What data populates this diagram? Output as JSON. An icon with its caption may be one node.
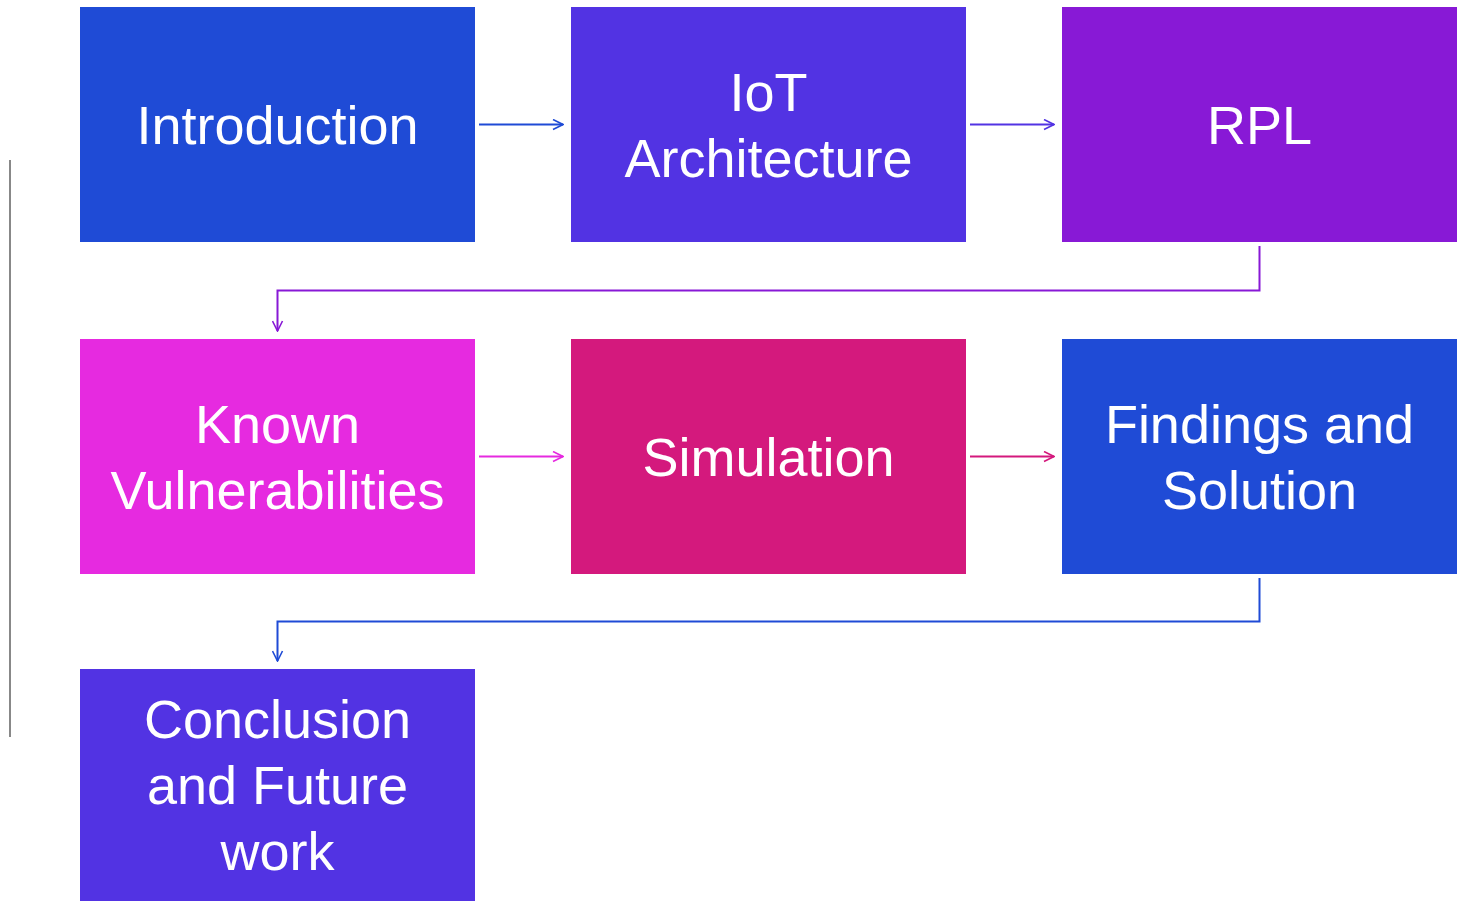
{
  "diagram": {
    "nodes": [
      {
        "text": [
          "Introduction"
        ]
      },
      {
        "text": [
          "IoT Architecture"
        ]
      },
      {
        "text": [
          "RPL"
        ]
      },
      {
        "text": [
          "Known Vulnerabilities"
        ]
      },
      {
        "text": [
          "Simulation"
        ]
      },
      {
        "text": [
          "Findings and Solution"
        ]
      },
      {
        "text": [
          "Conclusion and Future work"
        ]
      }
    ],
    "edges": [
      {
        "from": 0,
        "to": 1,
        "arrow": "to",
        "color": "#1f4bd6"
      },
      {
        "from": 1,
        "to": 2,
        "arrow": "to",
        "color": "#5233e3"
      },
      {
        "from": 2,
        "to": 3,
        "arrow": "to",
        "color": "#8819d6"
      },
      {
        "from": 3,
        "to": 4,
        "arrow": "to",
        "color": "#e62ae0"
      },
      {
        "from": 4,
        "to": 5,
        "arrow": "to",
        "color": "#d4197d"
      },
      {
        "from": 5,
        "to": 6,
        "arrow": "to",
        "color": "#1f4bd6"
      }
    ]
  }
}
